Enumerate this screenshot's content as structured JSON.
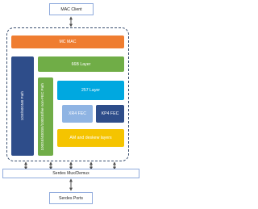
{
  "mac_client": "MAC Client",
  "mc_mac": "MC MAC",
  "layer_66b": "66B Layer",
  "layer_257": "257 Layer",
  "path_1g_50g": "1GE/50GMII Path",
  "path_100g_400g": "100GE/400GE/100GE/fee non-FEC Path",
  "xr4_fec": "XR4 FEC",
  "kp4_fec": "KP4 FEC",
  "am_deskew": "AM and deskew layers",
  "serdes_mux": "Serdes Mux/Demux",
  "serdes_ports": "Serdes Ports",
  "colors": {
    "orange": "#ef7d31",
    "green": "#70ad47",
    "navy": "#2e4d8a",
    "blue": "#00a8e0",
    "light_blue": "#8fb4e3",
    "yellow": "#f5c400",
    "dashed_border": "#3a4f6f",
    "arrow": "#505050"
  }
}
